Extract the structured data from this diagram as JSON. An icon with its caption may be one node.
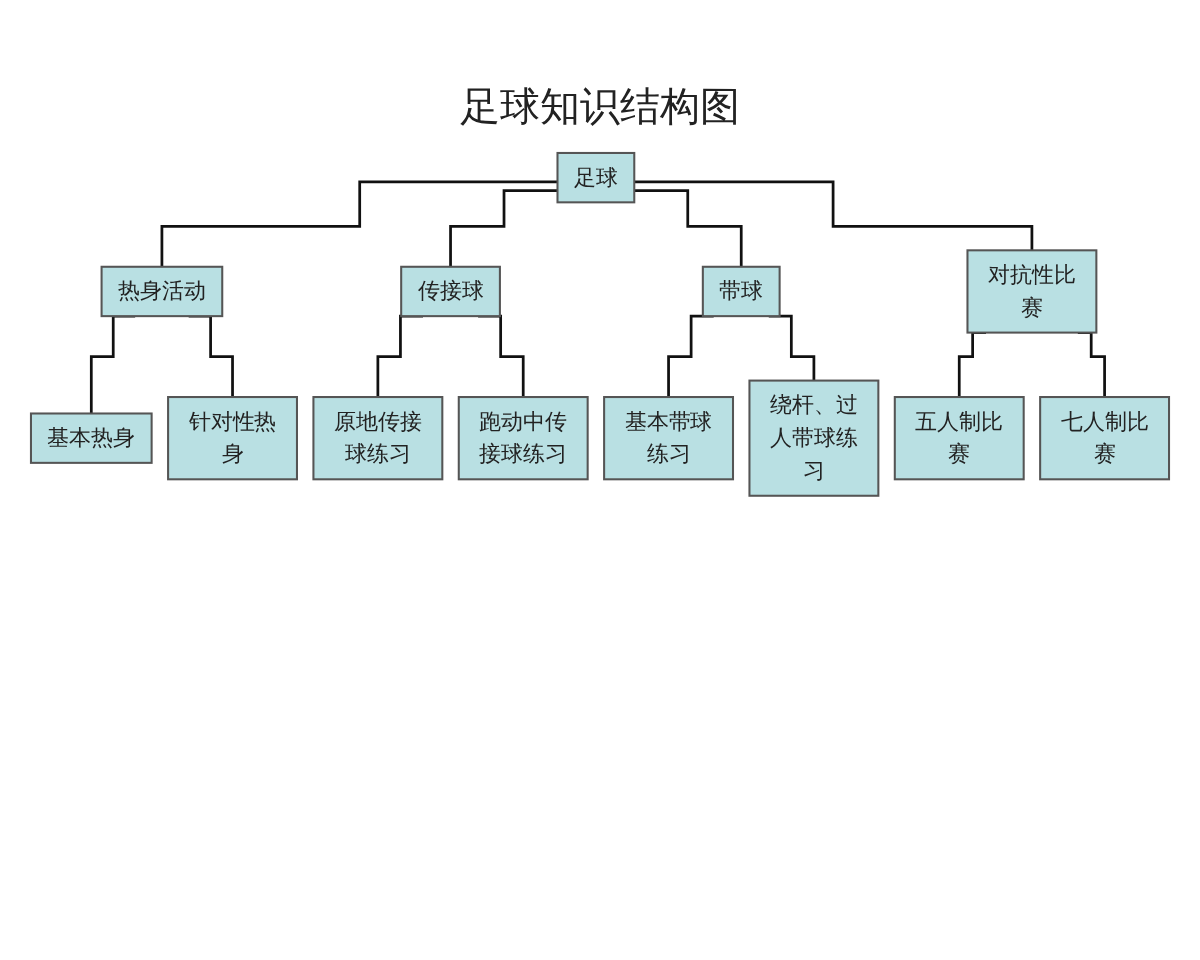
{
  "diagram": {
    "title": "足球知识结构图",
    "nodes": [
      {
        "text": [
          "足球"
        ]
      },
      {
        "text": [
          "热身活动"
        ]
      },
      {
        "text": [
          "传接球"
        ]
      },
      {
        "text": [
          "带球"
        ]
      },
      {
        "text": [
          "对抗性比赛"
        ]
      },
      {
        "text": [
          "基本热身"
        ]
      },
      {
        "text": [
          "针对性热身"
        ]
      },
      {
        "text": [
          "原地传接球练习"
        ]
      },
      {
        "text": [
          "跑动中传接球练习"
        ]
      },
      {
        "text": [
          "基本带球练习"
        ]
      },
      {
        "text": [
          "绕杆、过人带球练习"
        ]
      },
      {
        "text": [
          "五人制比赛"
        ]
      },
      {
        "text": [
          "七人制比赛"
        ]
      }
    ],
    "edges": [
      {
        "from": 0,
        "to": 1,
        "arrow": "none"
      },
      {
        "from": 0,
        "to": 2,
        "arrow": "none"
      },
      {
        "from": 0,
        "to": 3,
        "arrow": "none"
      },
      {
        "from": 0,
        "to": 4,
        "arrow": "none"
      },
      {
        "from": 1,
        "to": 5,
        "arrow": "none"
      },
      {
        "from": 1,
        "to": 6,
        "arrow": "none"
      },
      {
        "from": 2,
        "to": 7,
        "arrow": "none"
      },
      {
        "from": 2,
        "to": 8,
        "arrow": "none"
      },
      {
        "from": 3,
        "to": 9,
        "arrow": "none"
      },
      {
        "from": 3,
        "to": 10,
        "arrow": "none"
      },
      {
        "from": 4,
        "to": 11,
        "arrow": "none"
      },
      {
        "from": 4,
        "to": 12,
        "arrow": "none"
      }
    ]
  }
}
